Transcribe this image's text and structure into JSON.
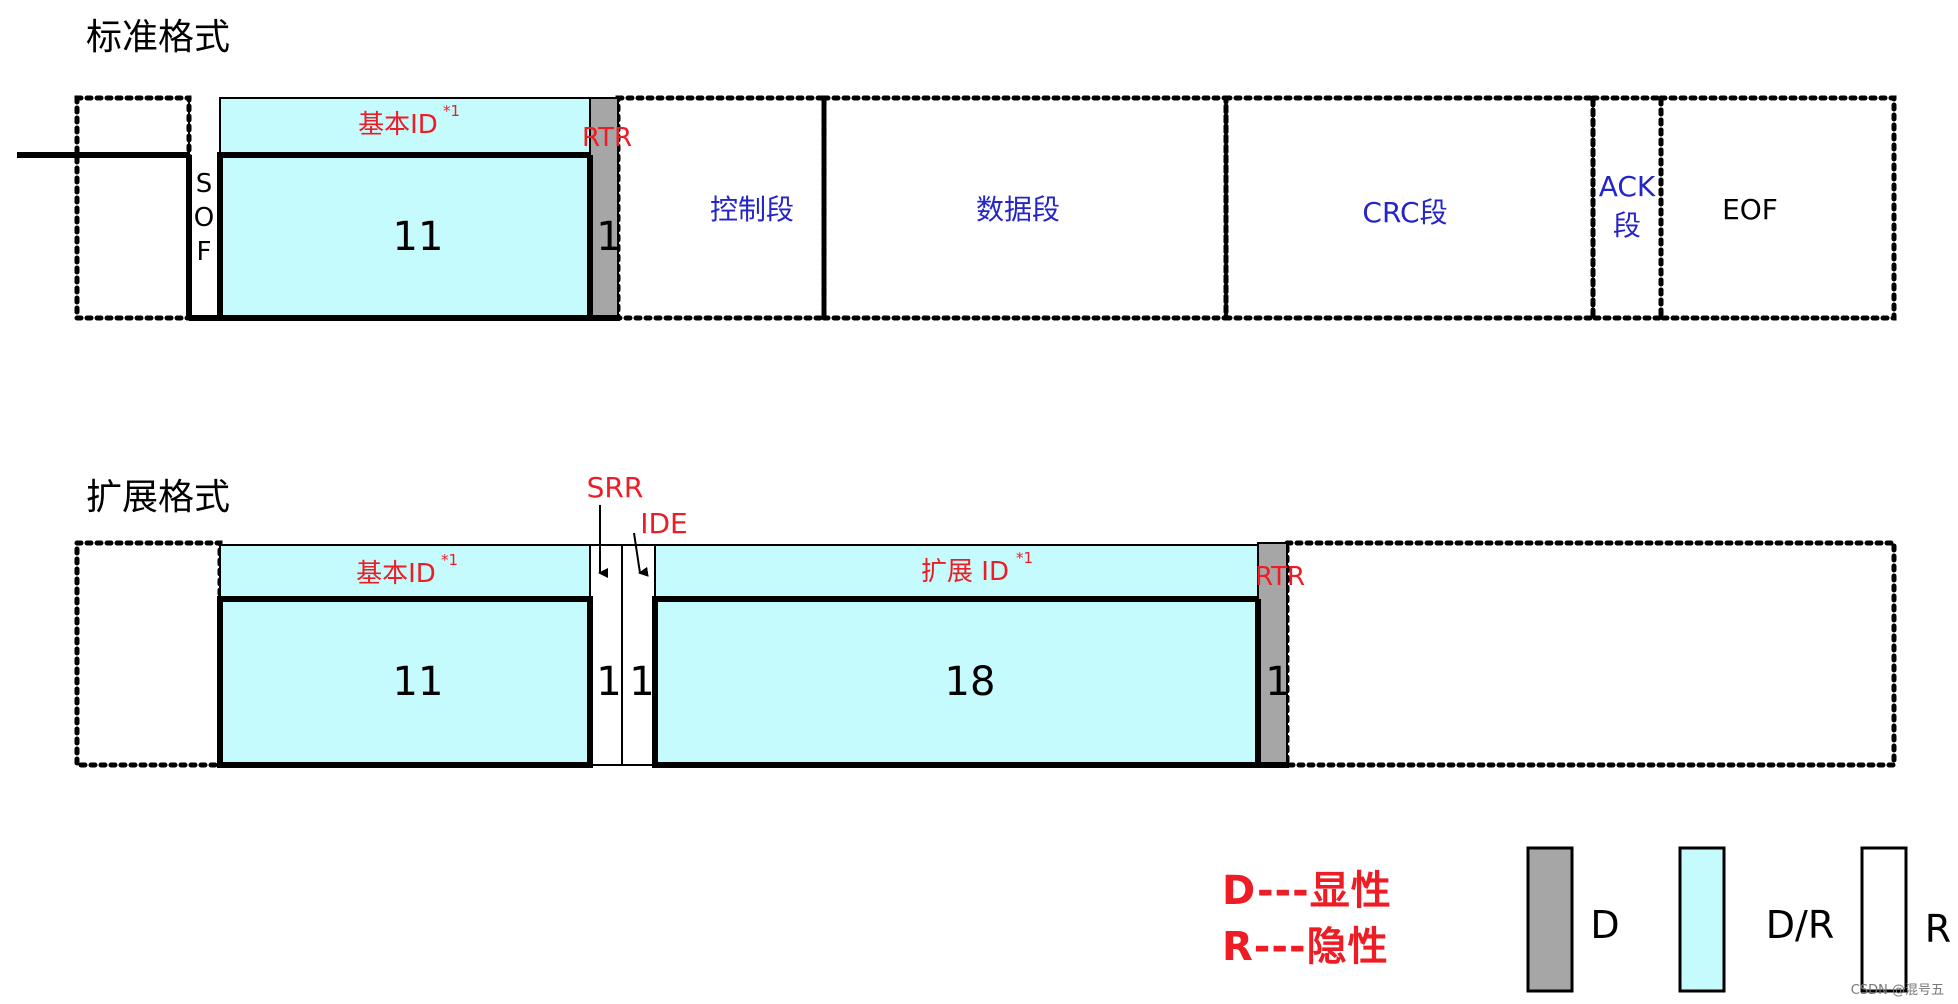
{
  "titles": {
    "standard": "标准格式",
    "extended": "扩展格式"
  },
  "standard_frame": {
    "sof_letters": [
      "S",
      "O",
      "F"
    ],
    "base_id_label": "基本ID",
    "base_id_sup": "*1",
    "base_id_bits": "11",
    "rtr_label": "RTR",
    "rtr_bits": "1",
    "control": "控制段",
    "data": "数据段",
    "crc": "CRC段",
    "ack_line1": "ACK",
    "ack_line2": "段",
    "eof": "EOF"
  },
  "extended_frame": {
    "srr_label": "SRR",
    "ide_label": "IDE",
    "base_id_label": "基本ID",
    "base_id_sup": "*1",
    "base_id_bits": "11",
    "srr_bits": "1",
    "ide_bits": "1",
    "ext_id_label": "扩展 ID",
    "ext_id_sup": "*1",
    "ext_id_bits": "18",
    "rtr_label": "RTR",
    "rtr_bits": "1"
  },
  "legend": {
    "dominant_text": "D---显性",
    "recessive_text": "R---隐性",
    "swatches": [
      {
        "label": "D",
        "color": "#a6a6a6"
      },
      {
        "label": "D/R",
        "color": "#c5fbfd"
      },
      {
        "label": "R",
        "color": "#ffffff"
      }
    ]
  },
  "watermark": "CSDN @混号五",
  "colors": {
    "red": "#ee1c25",
    "blue": "#2424c8",
    "cyan": "#c5fbfd",
    "gray": "#a6a6a6"
  }
}
